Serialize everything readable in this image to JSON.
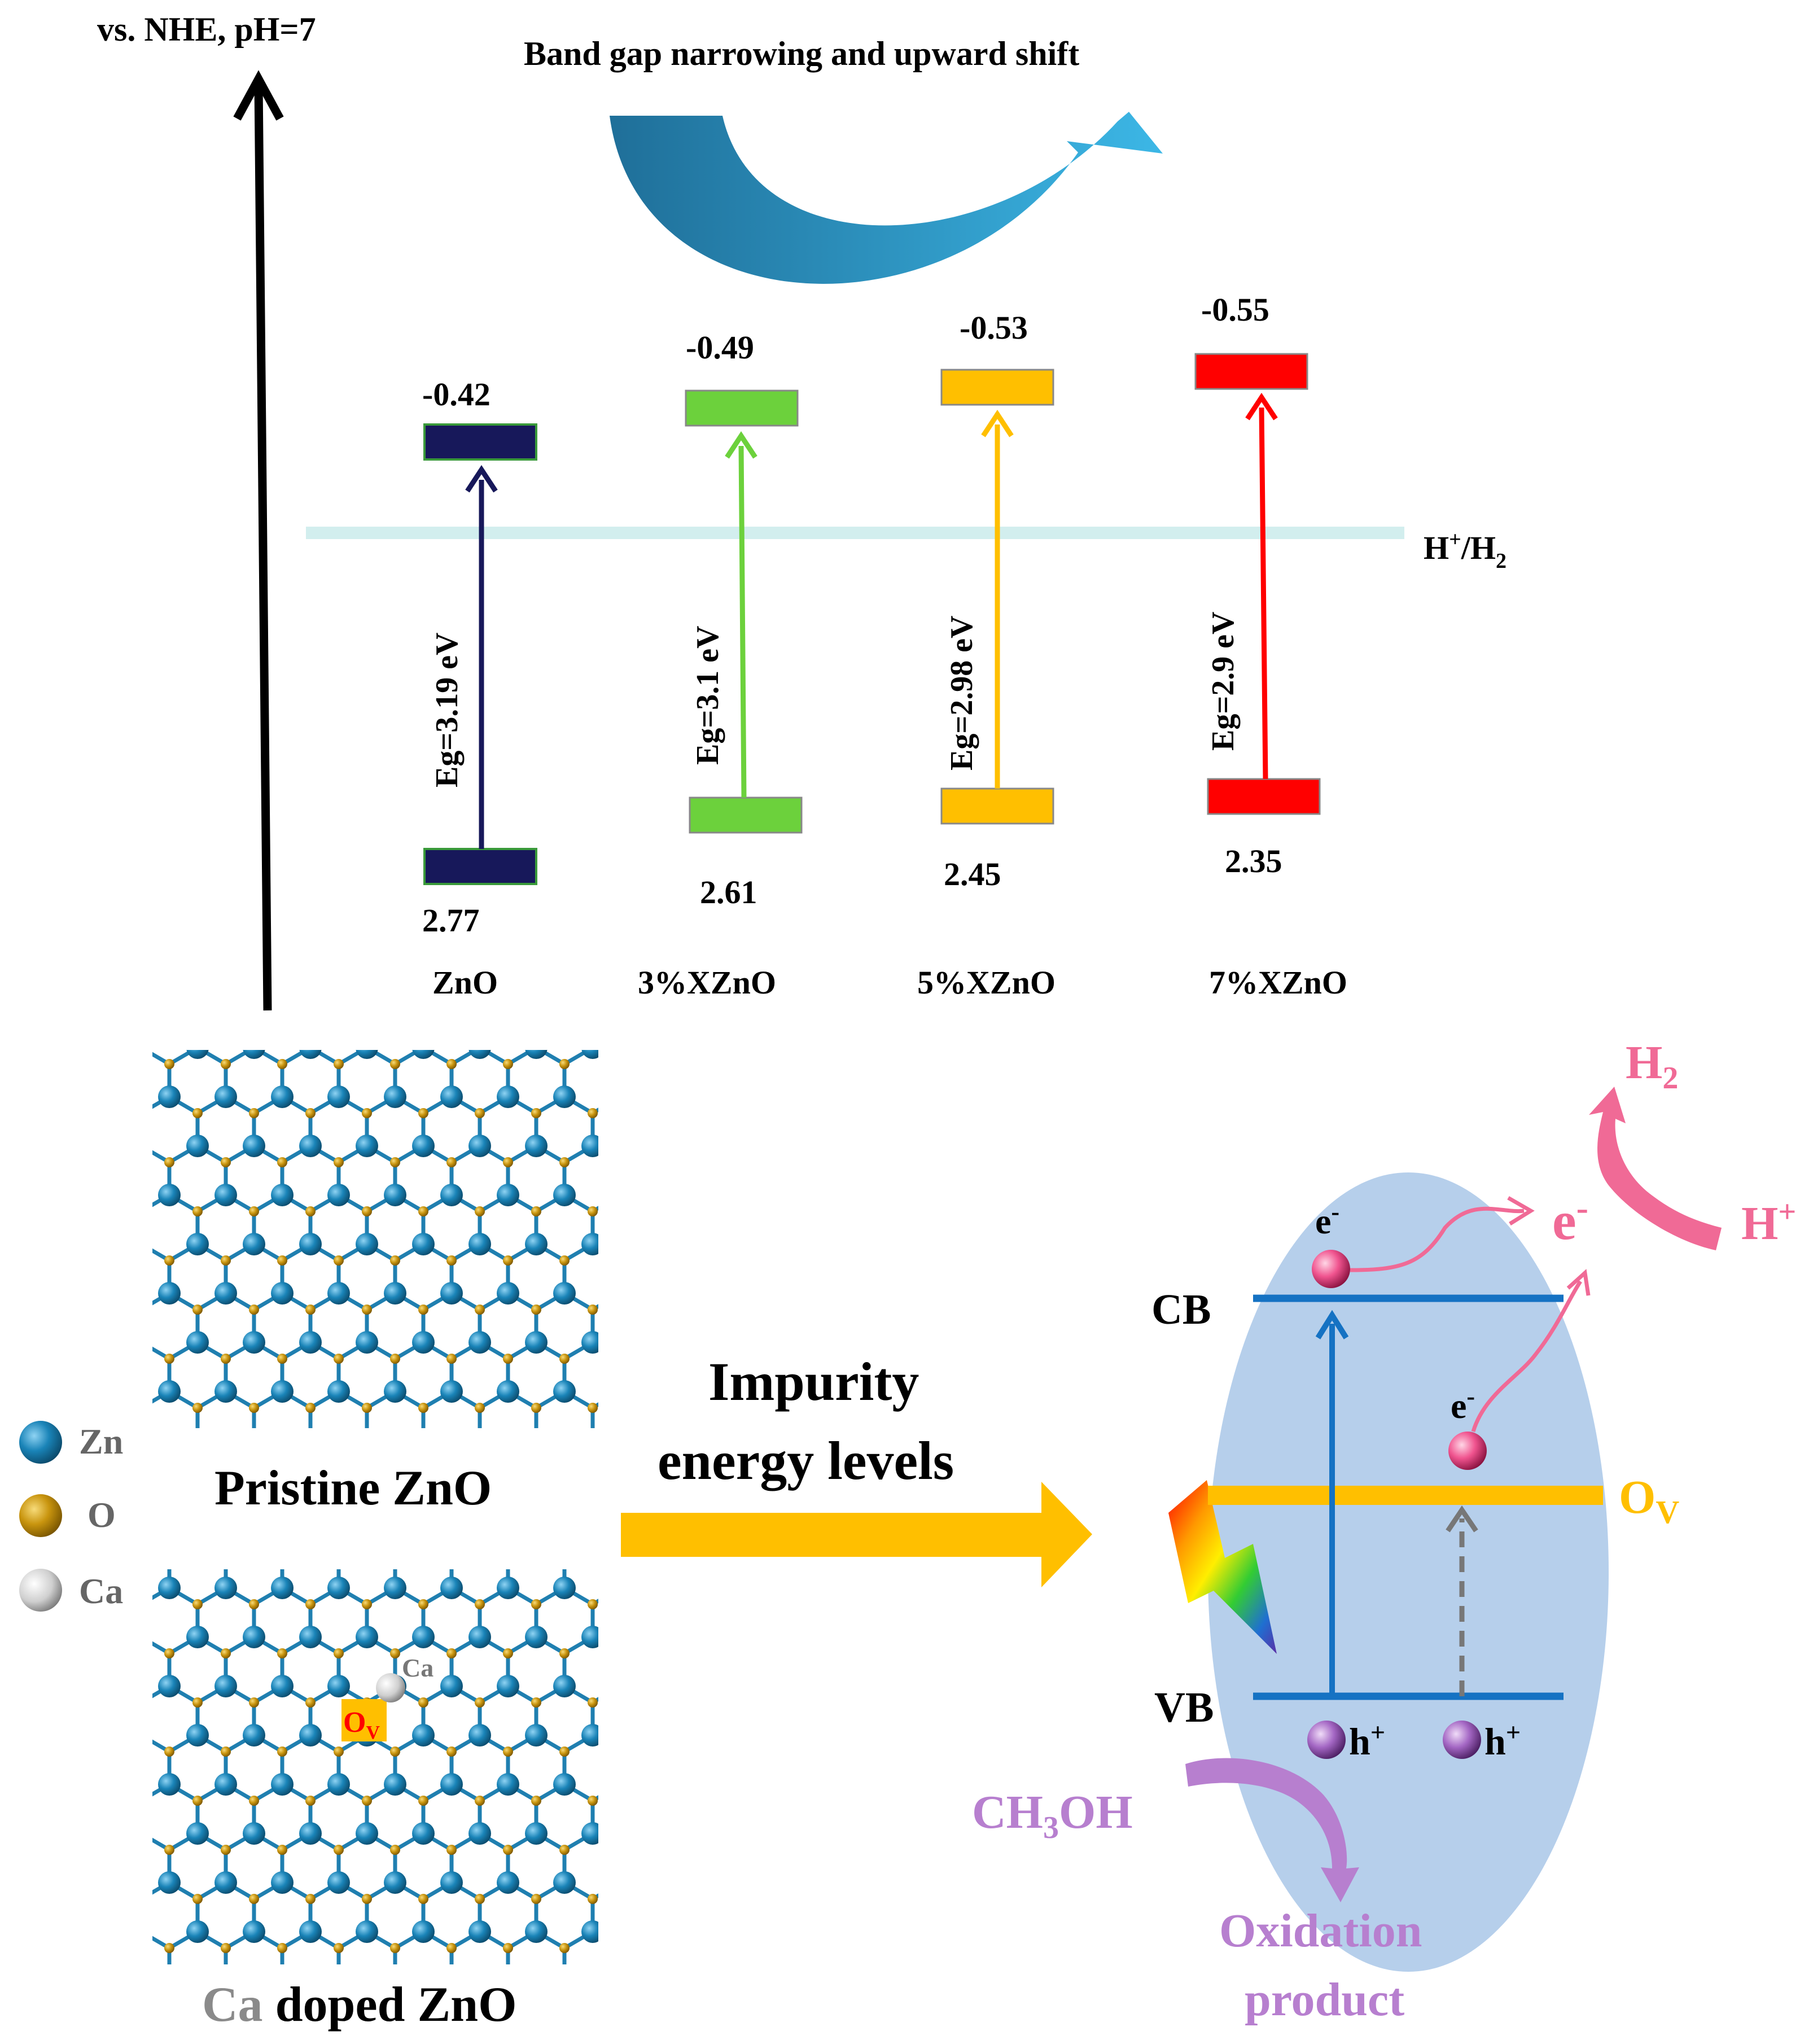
{
  "axis_label": "vs. NHE, pH=7",
  "shift_label": "Band gap narrowing and upward shift",
  "reference_line": {
    "label_main": "H",
    "label_sup": "+",
    "label_mid": "/H",
    "label_sub": "2",
    "color": "#d2eeee"
  },
  "samples": [
    {
      "name": "ZnO",
      "cb": "-0.42",
      "vb": "2.77",
      "eg": "Eg=3.19 eV",
      "color": "#17185a"
    },
    {
      "name": "3%XZnO",
      "cb": "-0.49",
      "vb": "2.61",
      "eg": "Eg=3.1 eV",
      "color": "#6cd13c"
    },
    {
      "name": "5%XZnO",
      "cb": "-0.53",
      "vb": "2.45",
      "eg": "Eg=2.98 eV",
      "color": "#ffbf00"
    },
    {
      "name": "7%XZnO",
      "cb": "-0.55",
      "vb": "2.35",
      "eg": "Eg=2.9 eV",
      "color": "#ff0000"
    }
  ],
  "legend": [
    {
      "label": "Zn",
      "color": "#1f7fb0"
    },
    {
      "label": "O",
      "color": "#c9950f"
    },
    {
      "label": "Ca",
      "color": "#d8d8d8"
    }
  ],
  "structures": {
    "pristine_title": "Pristine ZnO",
    "doped_title_ca": "Ca",
    "doped_title_rest": " doped ZnO",
    "ca_marker": "Ca",
    "ov_marker_main": "O",
    "ov_marker_sub": "V"
  },
  "mechanism": {
    "arrow_label_line1": "Impurity",
    "arrow_label_line2": "energy levels",
    "cb_label": "CB",
    "vb_label": "VB",
    "ov_main": "O",
    "ov_sub": "V",
    "electron": "e",
    "electron_sup": "-",
    "hole": "h",
    "hole_sup": "+",
    "h2_main": "H",
    "h2_sub": "2",
    "hplus_main": "H",
    "hplus_sup": "+",
    "methanol_a": "CH",
    "methanol_sub": "3",
    "methanol_b": "OH",
    "product_line1": "Oxidation",
    "product_line2": "product"
  },
  "colors": {
    "pink": "#f06a96",
    "purple": "#b77fcf",
    "ellipse": "#b6cfeb",
    "band_line": "#1572c3",
    "ov_line": "#ffbf00",
    "big_arrow": "#ffbf00",
    "curve_arrow": "#2a93c9"
  }
}
